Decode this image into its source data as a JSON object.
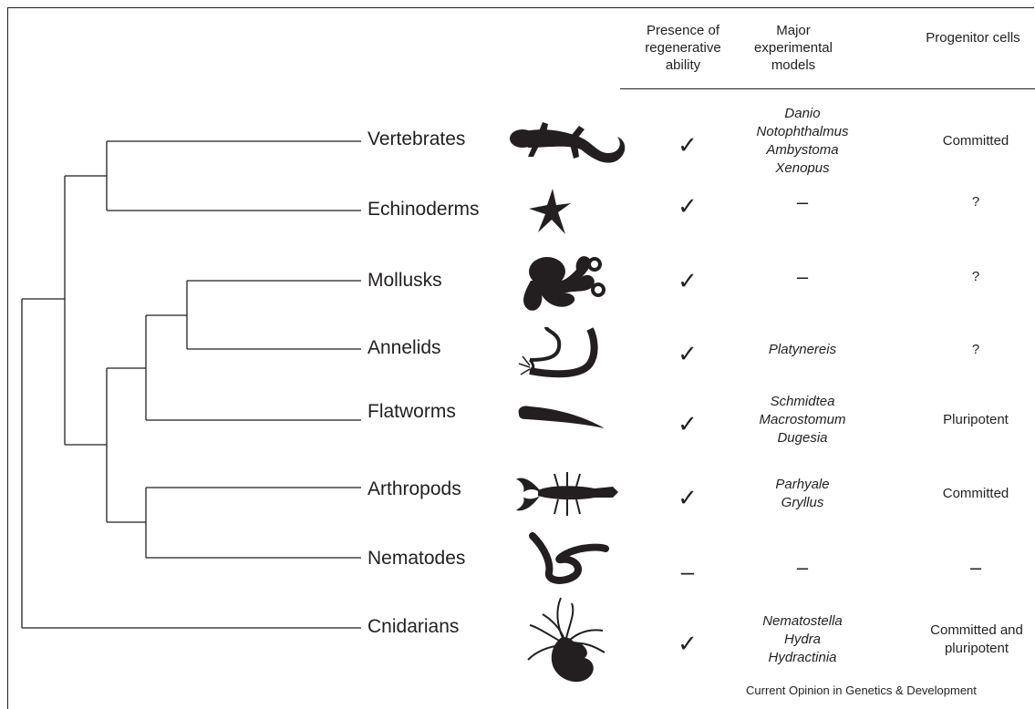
{
  "headers": {
    "presence": "Presence of regenerative ability",
    "models": "Major experimental models",
    "progenitor": "Progenitor cells"
  },
  "rows": [
    {
      "taxon": "Vertebrates",
      "icon": "salamander-icon",
      "presence": "✓",
      "models": [
        "Danio",
        "Notophthalmus",
        "Ambystoma",
        "Xenopus"
      ],
      "progenitor": "Committed"
    },
    {
      "taxon": "Echinoderms",
      "icon": "starfish-icon",
      "presence": "✓",
      "models": [
        "–"
      ],
      "progenitor": "?"
    },
    {
      "taxon": "Mollusks",
      "icon": "octopus-icon",
      "presence": "✓",
      "models": [
        "–"
      ],
      "progenitor": "?"
    },
    {
      "taxon": "Annelids",
      "icon": "worm-icon",
      "presence": "✓",
      "models": [
        "Platynereis"
      ],
      "progenitor": "?"
    },
    {
      "taxon": "Flatworms",
      "icon": "flatworm-icon",
      "presence": "✓",
      "models": [
        "Schmidtea",
        "Macrostomum",
        "Dugesia"
      ],
      "progenitor": "Pluripotent"
    },
    {
      "taxon": "Arthropods",
      "icon": "lobster-icon",
      "presence": "✓",
      "models": [
        "Parhyale",
        "Gryllus"
      ],
      "progenitor": "Committed"
    },
    {
      "taxon": "Nematodes",
      "icon": "nematode-icon",
      "presence": "–",
      "models": [
        "–"
      ],
      "progenitor": "–"
    },
    {
      "taxon": "Cnidarians",
      "icon": "hydra-icon",
      "presence": "✓",
      "models": [
        "Nematostella",
        "Hydra",
        "Hydractinia"
      ],
      "progenitor": "Committed and pluripotent"
    }
  ],
  "credit": "Current Opinion in Genetics & Development"
}
